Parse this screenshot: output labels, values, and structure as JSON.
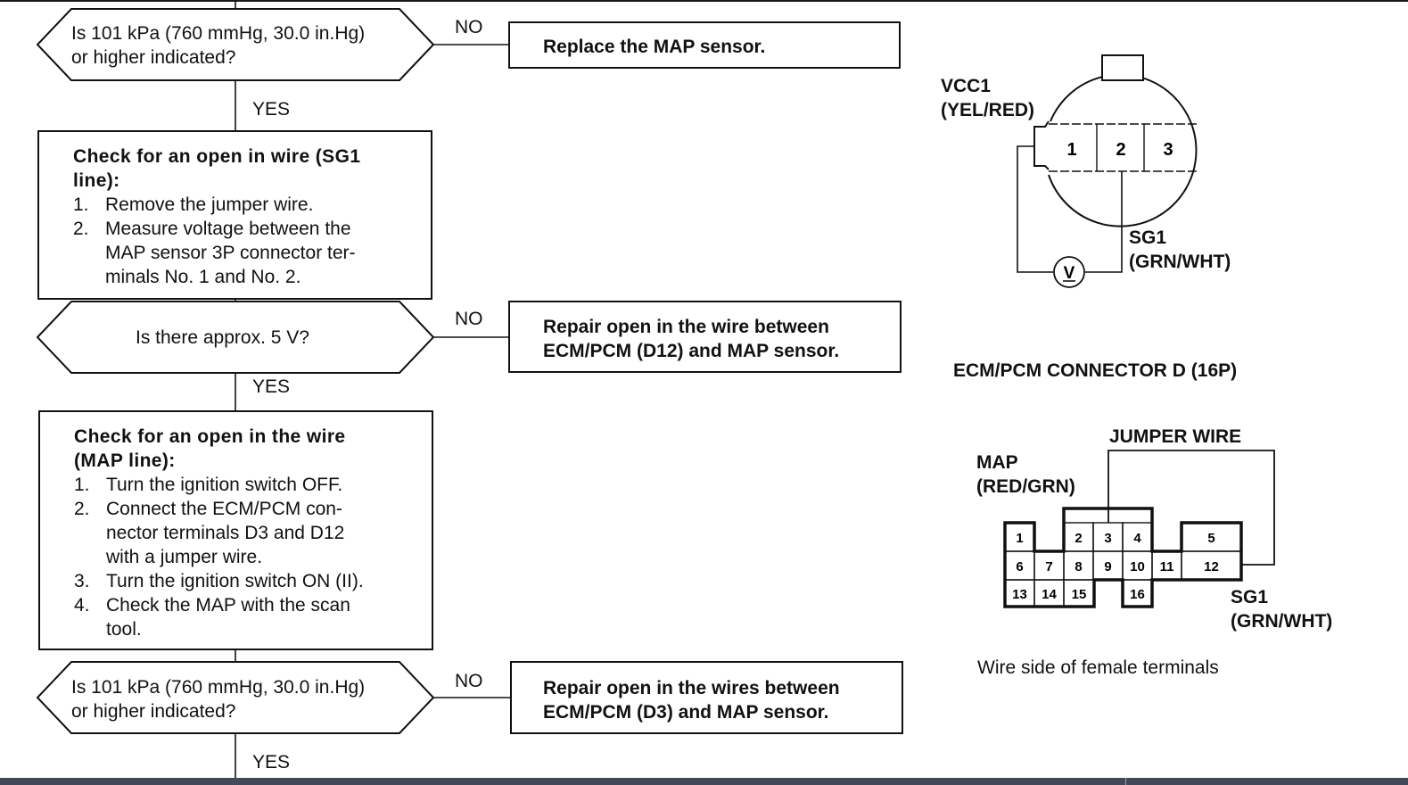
{
  "flowchart": {
    "decisions": [
      {
        "id": "dec1",
        "lines": [
          "Is 101 kPa (760 mmHg, 30.0 in.Hg)",
          "or higher indicated?"
        ],
        "no_label": "NO",
        "yes_label": "YES",
        "no_action": [
          "Replace the MAP sensor."
        ]
      },
      {
        "id": "dec2",
        "lines": [
          "Is there approx. 5 V?"
        ],
        "no_label": "NO",
        "yes_label": "YES",
        "no_action": [
          "Repair open in the wire between",
          "ECM/PCM (D12) and MAP sensor."
        ]
      },
      {
        "id": "dec3",
        "lines": [
          "Is 101 kPa (760 mmHg, 30.0 in.Hg)",
          "or higher indicated?"
        ],
        "no_label": "NO",
        "yes_label": "YES",
        "no_action": [
          "Repair open in the wires between",
          "ECM/PCM (D3) and MAP sensor."
        ]
      }
    ],
    "procedures": [
      {
        "id": "proc1",
        "title_lines": [
          "Check for an open in wire (SG1",
          "line):"
        ],
        "steps": [
          {
            "num": "1.",
            "lines": [
              "Remove the jumper wire."
            ]
          },
          {
            "num": "2.",
            "lines": [
              "Measure voltage between the",
              "MAP sensor 3P connector ter-",
              "minals No. 1 and No. 2."
            ]
          }
        ]
      },
      {
        "id": "proc2",
        "title_lines": [
          "Check for an open in the wire",
          "(MAP line):"
        ],
        "steps": [
          {
            "num": "1.",
            "lines": [
              "Turn the ignition switch OFF."
            ]
          },
          {
            "num": "2.",
            "lines": [
              "Connect the ECM/PCM con-",
              "nector terminals D3 and D12",
              "with a jumper wire."
            ]
          },
          {
            "num": "3.",
            "lines": [
              "Turn the ignition switch ON (II)."
            ]
          },
          {
            "num": "4.",
            "lines": [
              "Check the MAP with the scan",
              "tool."
            ]
          }
        ]
      }
    ]
  },
  "sensor_connector": {
    "vcc_label": "VCC1",
    "vcc_color": "(YEL/RED)",
    "sg_label": "SG1",
    "sg_color": "(GRN/WHT)",
    "pins": [
      "1",
      "2",
      "3"
    ],
    "meter_symbol": "V"
  },
  "ecm_connector": {
    "title": "ECM/PCM CONNECTOR D (16P)",
    "jumper_label": "JUMPER WIRE",
    "map_label": "MAP",
    "map_color": "(RED/GRN)",
    "sg_label": "SG1",
    "sg_color": "(GRN/WHT)",
    "pins": [
      "1",
      "2",
      "3",
      "4",
      "5",
      "6",
      "7",
      "8",
      "9",
      "10",
      "11",
      "12",
      "13",
      "14",
      "15",
      "16"
    ],
    "caption": "Wire side of female terminals"
  }
}
